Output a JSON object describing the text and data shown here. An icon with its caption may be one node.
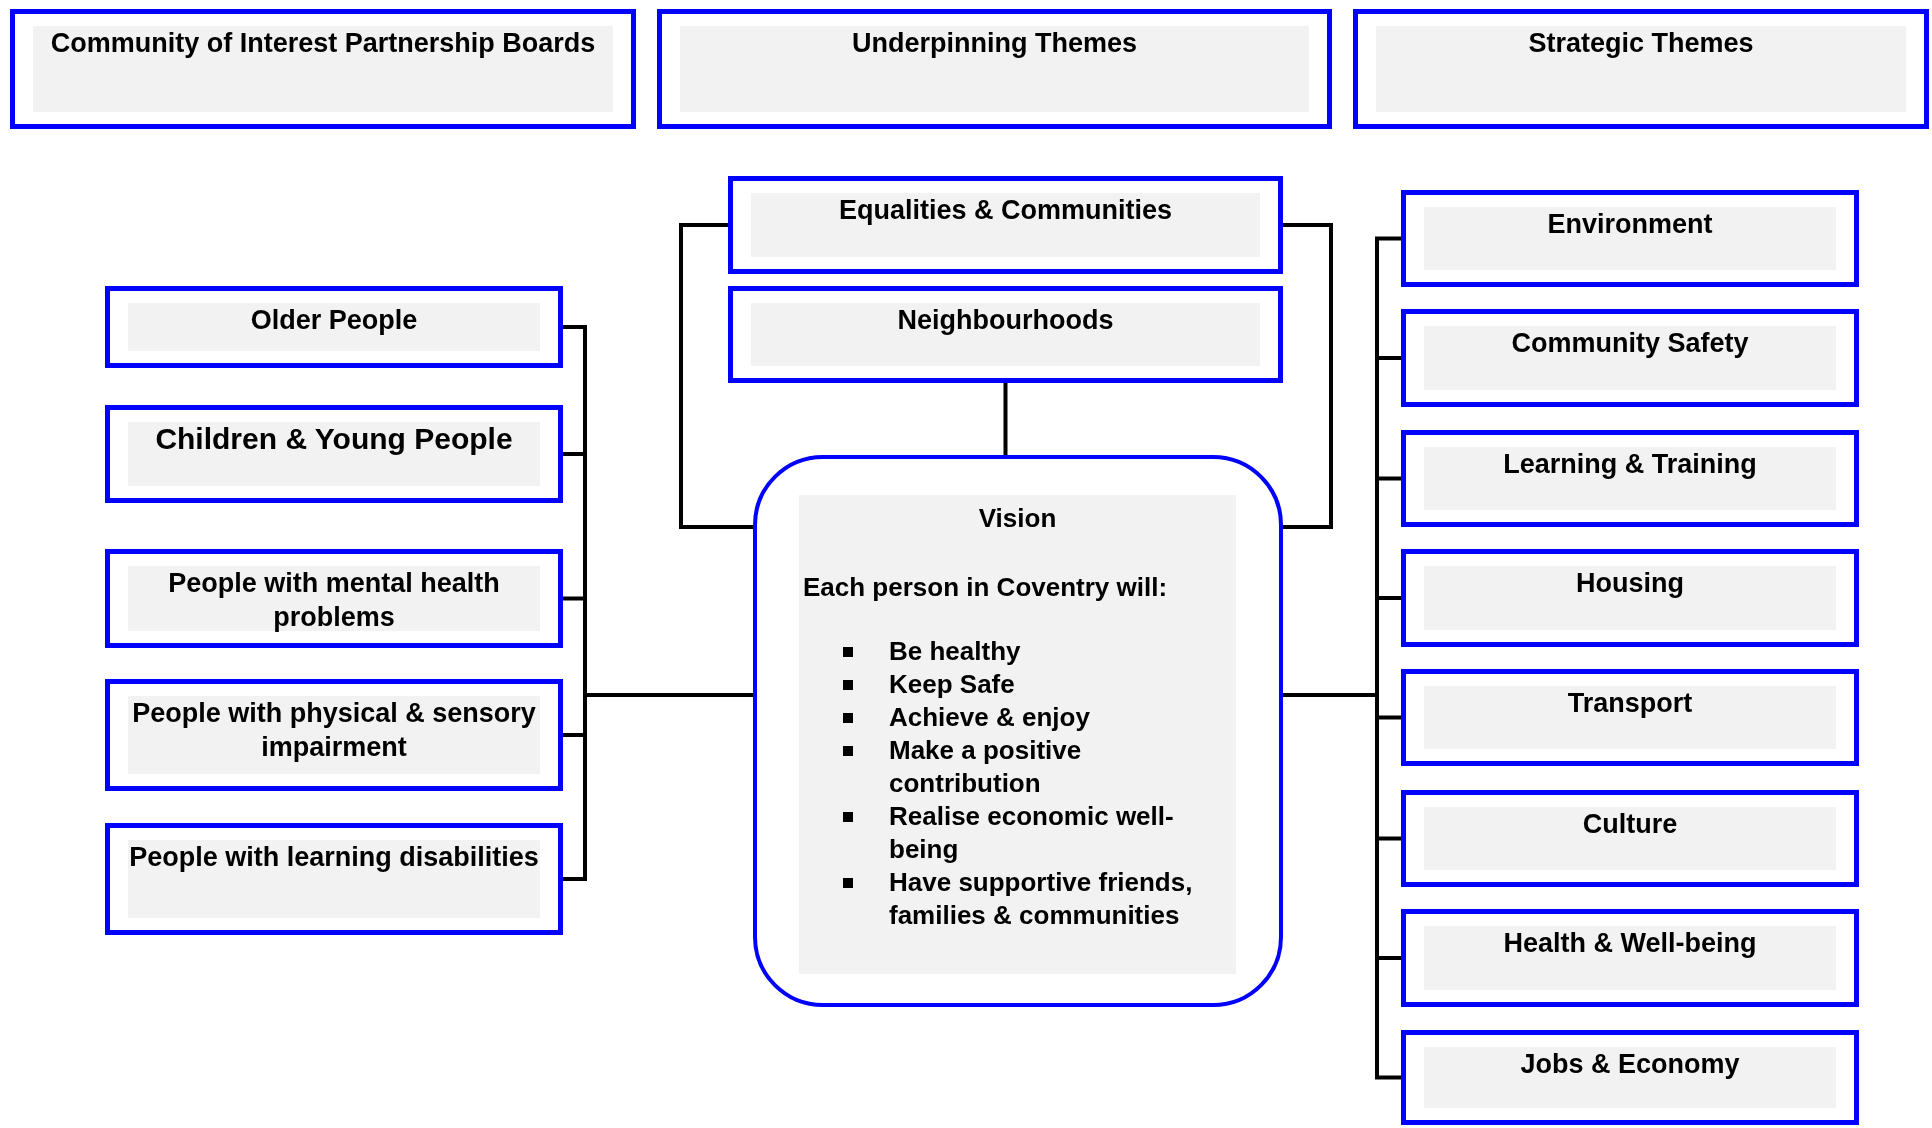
{
  "diagram": {
    "nodes": [
      {
        "text": [
          "Community of Interest Partnership Boards"
        ]
      },
      {
        "text": [
          "Underpinning Themes"
        ]
      },
      {
        "text": [
          "Strategic Themes"
        ]
      },
      {
        "text": [
          "Equalities & Communities"
        ]
      },
      {
        "text": [
          "Neighbourhoods"
        ]
      },
      {
        "text": [
          "Vision",
          "Each person in Coventry will:",
          "Be healthy",
          "Keep Safe",
          "Achieve & enjoy",
          "Make a positive contribution",
          "Realise economic well-being",
          "Have supportive friends, families & communities"
        ]
      },
      {
        "text": [
          "Older People"
        ]
      },
      {
        "text": [
          "Children & Young People"
        ]
      },
      {
        "text": [
          "People with mental health problems"
        ]
      },
      {
        "text": [
          "People with physical & sensory impairment"
        ]
      },
      {
        "text": [
          "People with learning disabilities"
        ]
      },
      {
        "text": [
          "Environment"
        ]
      },
      {
        "text": [
          "Community Safety"
        ]
      },
      {
        "text": [
          "Learning & Training"
        ]
      },
      {
        "text": [
          "Housing"
        ]
      },
      {
        "text": [
          "Transport"
        ]
      },
      {
        "text": [
          "Culture"
        ]
      },
      {
        "text": [
          "Health & Well-being"
        ]
      },
      {
        "text": [
          "Jobs & Economy"
        ]
      }
    ],
    "edges": [
      {
        "from": 3,
        "to": 5,
        "arrow": "none"
      },
      {
        "from": 4,
        "to": 5,
        "arrow": "none"
      },
      {
        "from": 6,
        "to": 5,
        "arrow": "none"
      },
      {
        "from": 7,
        "to": 5,
        "arrow": "none"
      },
      {
        "from": 8,
        "to": 5,
        "arrow": "none"
      },
      {
        "from": 9,
        "to": 5,
        "arrow": "none"
      },
      {
        "from": 10,
        "to": 5,
        "arrow": "none"
      },
      {
        "from": 5,
        "to": 11,
        "arrow": "none"
      },
      {
        "from": 5,
        "to": 12,
        "arrow": "none"
      },
      {
        "from": 5,
        "to": 13,
        "arrow": "none"
      },
      {
        "from": 5,
        "to": 14,
        "arrow": "none"
      },
      {
        "from": 5,
        "to": 15,
        "arrow": "none"
      },
      {
        "from": 5,
        "to": 16,
        "arrow": "none"
      },
      {
        "from": 5,
        "to": 17,
        "arrow": "none"
      },
      {
        "from": 5,
        "to": 18,
        "arrow": "none"
      }
    ]
  }
}
